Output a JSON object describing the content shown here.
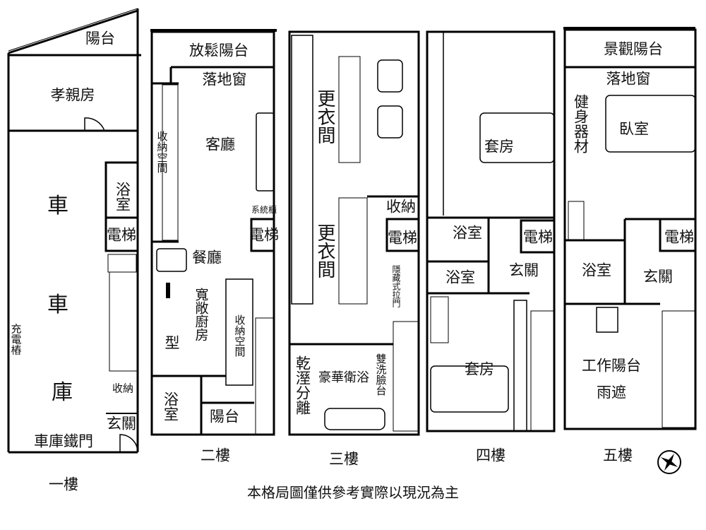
{
  "floors": [
    {
      "title": "一樓",
      "rooms": {
        "balcony": "陽台",
        "elder_room": "孝親房",
        "car1": "車",
        "car2": "車",
        "garage": "庫",
        "bath": "浴室",
        "elevator": "電梯",
        "storage": "收納",
        "foyer": "玄關",
        "charger": "充電樁",
        "garage_door": "車庫鐵門"
      }
    },
    {
      "title": "二樓",
      "rooms": {
        "balcony": "放鬆陽台",
        "window": "落地窗",
        "storage1": "收納空間",
        "living": "客廳",
        "cabinet": "系統櫃",
        "elevator": "電梯",
        "dining": "餐廳",
        "kitchen": "寬敞廚房",
        "kitchen_type": "型",
        "storage2": "收納空間",
        "bath": "浴室",
        "balcony2": "陽台"
      }
    },
    {
      "title": "三樓",
      "rooms": {
        "closet1": "更衣間",
        "closet2": "更衣間",
        "storage": "收納",
        "elevator": "電梯",
        "sliding_door": "隱藏式拉門",
        "wet_dry": "乾溼分離",
        "bath": "豪華衛浴",
        "double_sink": "雙洗臉台"
      }
    },
    {
      "title": "四樓",
      "rooms": {
        "suite1": "套房",
        "bath1": "浴室",
        "elevator": "電梯",
        "bath2": "浴室",
        "foyer": "玄關",
        "suite2": "套房"
      }
    },
    {
      "title": "五樓",
      "rooms": {
        "balcony": "景觀陽台",
        "window": "落地窗",
        "gym": "健身器材",
        "bedroom": "臥室",
        "elevator": "電梯",
        "bath": "浴室",
        "foyer": "玄關",
        "work_balcony": "工作陽台",
        "canopy": "雨遮"
      }
    }
  ],
  "caption": "本格局圖僅供參考實際以現況為主",
  "compass_icon": "compass-icon"
}
